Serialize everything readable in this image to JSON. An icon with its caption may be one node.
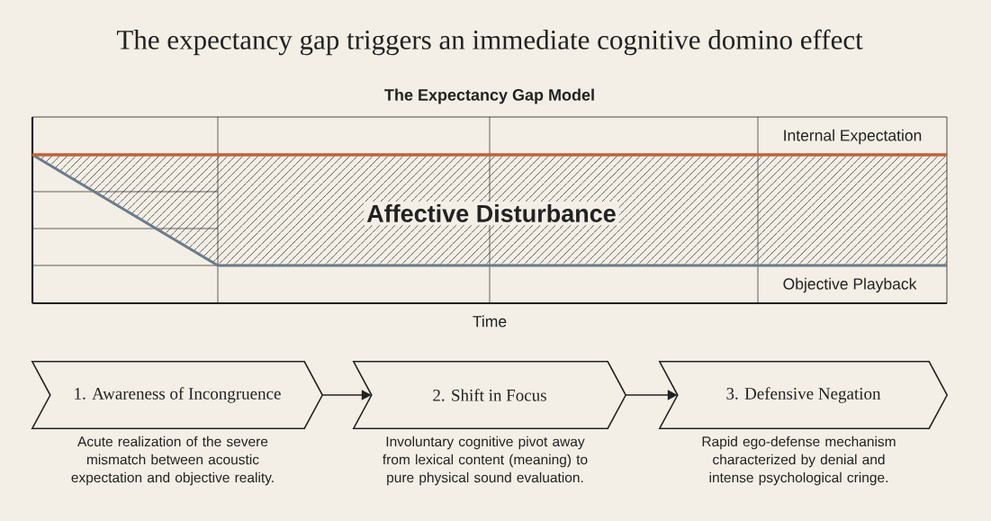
{
  "diagram": {
    "title": "The expectancy gap triggers an immediate cognitive domino effect",
    "nodes": [
      {
        "text": [
          "1. Awareness of Incongruence"
        ],
        "beside": [
          "Acute realization of the severe mismatch between acoustic expectation and objective reality."
        ]
      },
      {
        "text": [
          "2. Shift in Focus"
        ],
        "beside": [
          "Involuntary cognitive pivot away from lexical content (meaning) to pure physical sound evaluation."
        ]
      },
      {
        "text": [
          "3. Defensive Negation"
        ],
        "beside": [
          "Rapid ego-defense mechanism characterized by denial and intense psychological cringe."
        ]
      }
    ],
    "edges": [
      {
        "from": 0,
        "to": 1,
        "arrow": "to"
      },
      {
        "from": 1,
        "to": 2,
        "arrow": "to"
      }
    ],
    "labels": [
      "The Expectancy Gap Model",
      "Internal Expectation",
      "Affective Disturbance",
      "Objective Playback",
      "Time"
    ]
  }
}
